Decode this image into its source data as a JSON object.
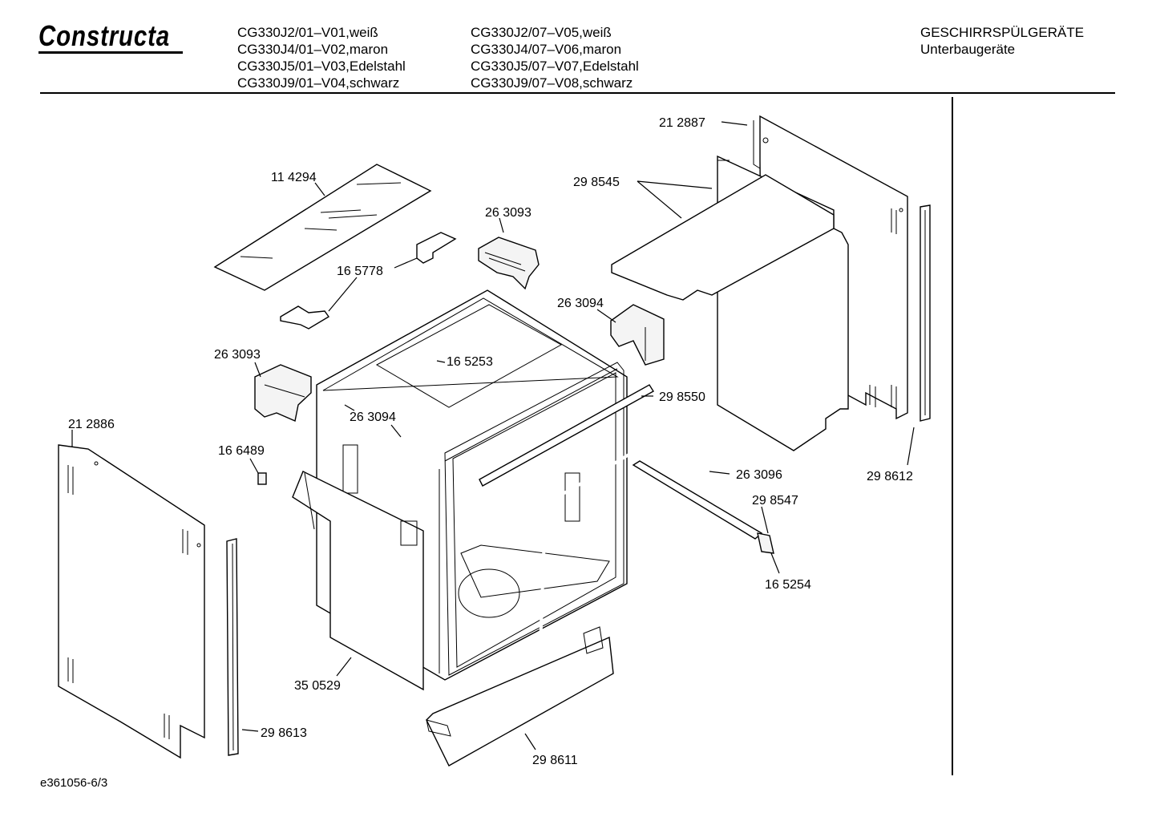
{
  "header": {
    "brand": "Constructa",
    "models_left": [
      "CG330J2/01–V01,weiß",
      "CG330J4/01–V02,maron",
      "CG330J5/01–V03,Edelstahl",
      "CG330J9/01–V04,schwarz"
    ],
    "models_right": [
      "CG330J2/07–V05,weiß",
      "CG330J4/07–V06,maron",
      "CG330J5/07–V07,Edelstahl",
      "CG330J9/07–V08,schwarz"
    ],
    "category": "GESCHIRRSPÜLGERÄTE",
    "subcategory": "Unterbaugeräte"
  },
  "parts": {
    "p212887": "21 2887",
    "p298545": "29 8545",
    "p114294": "11 4294",
    "p263093a": "26 3093",
    "p165778": "16 5778",
    "p263094a": "26 3094",
    "p263093b": "26 3093",
    "p165253": "16 5253",
    "p298550": "29 8550",
    "p212886": "21 2886",
    "p263094b": "26 3094",
    "p166489": "16 6489",
    "p263096": "26 3096",
    "p298612": "29 8612",
    "p298547": "29 8547",
    "p165254": "16 5254",
    "p350529": "35 0529",
    "p298613": "29 8613",
    "p298611": "29 8611"
  },
  "footer": {
    "doc_number": "e361056-6/3"
  }
}
